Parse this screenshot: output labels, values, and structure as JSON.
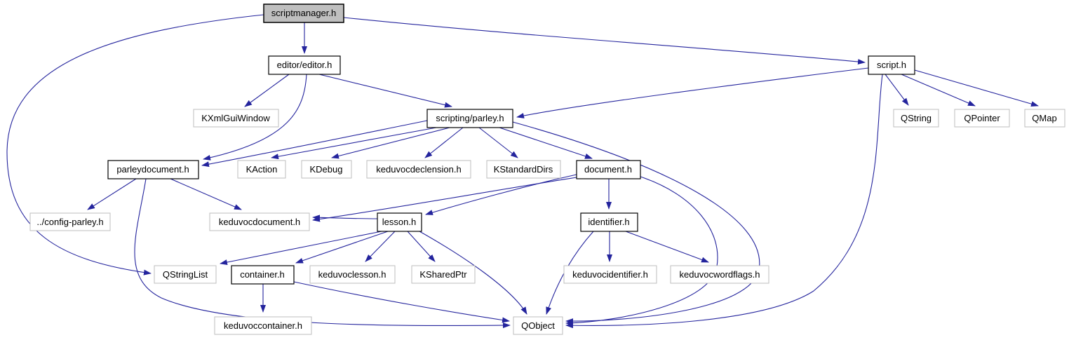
{
  "diagram": {
    "type": "include-dependency-graph",
    "root": "scriptmanager.h",
    "colors": {
      "edge": "#24249d",
      "current_node_fill": "#bfbfbf",
      "internal_border": "#000000",
      "external_border": "#bebebe"
    },
    "nodes": [
      {
        "label": "scriptmanager.h",
        "kind": "current"
      },
      {
        "label": "editor/editor.h",
        "kind": "internal"
      },
      {
        "label": "script.h",
        "kind": "internal"
      },
      {
        "label": "KXmlGuiWindow",
        "kind": "external"
      },
      {
        "label": "scripting/parley.h",
        "kind": "internal"
      },
      {
        "label": "QString",
        "kind": "external"
      },
      {
        "label": "QPointer",
        "kind": "external"
      },
      {
        "label": "QMap",
        "kind": "external"
      },
      {
        "label": "parleydocument.h",
        "kind": "internal"
      },
      {
        "label": "KAction",
        "kind": "external"
      },
      {
        "label": "KDebug",
        "kind": "external"
      },
      {
        "label": "keduvocdeclension.h",
        "kind": "external"
      },
      {
        "label": "KStandardDirs",
        "kind": "external"
      },
      {
        "label": "document.h",
        "kind": "internal"
      },
      {
        "label": "../config-parley.h",
        "kind": "external"
      },
      {
        "label": "keduvocdocument.h",
        "kind": "external"
      },
      {
        "label": "lesson.h",
        "kind": "internal"
      },
      {
        "label": "identifier.h",
        "kind": "internal"
      },
      {
        "label": "QStringList",
        "kind": "external"
      },
      {
        "label": "container.h",
        "kind": "internal"
      },
      {
        "label": "keduvoclesson.h",
        "kind": "external"
      },
      {
        "label": "KSharedPtr",
        "kind": "external"
      },
      {
        "label": "keduvocidentifier.h",
        "kind": "external"
      },
      {
        "label": "keduvocwordflags.h",
        "kind": "external"
      },
      {
        "label": "keduvoccontainer.h",
        "kind": "external"
      },
      {
        "label": "QObject",
        "kind": "external"
      }
    ],
    "edges": [
      {
        "from": "scriptmanager.h",
        "to": "editor/editor.h"
      },
      {
        "from": "scriptmanager.h",
        "to": "script.h"
      },
      {
        "from": "scriptmanager.h",
        "to": "QStringList"
      },
      {
        "from": "editor/editor.h",
        "to": "KXmlGuiWindow"
      },
      {
        "from": "editor/editor.h",
        "to": "scripting/parley.h"
      },
      {
        "from": "editor/editor.h",
        "to": "parleydocument.h"
      },
      {
        "from": "script.h",
        "to": "scripting/parley.h"
      },
      {
        "from": "script.h",
        "to": "QString"
      },
      {
        "from": "script.h",
        "to": "QPointer"
      },
      {
        "from": "script.h",
        "to": "QMap"
      },
      {
        "from": "script.h",
        "to": "QObject"
      },
      {
        "from": "scripting/parley.h",
        "to": "parleydocument.h"
      },
      {
        "from": "scripting/parley.h",
        "to": "KAction"
      },
      {
        "from": "scripting/parley.h",
        "to": "KDebug"
      },
      {
        "from": "scripting/parley.h",
        "to": "keduvocdeclension.h"
      },
      {
        "from": "scripting/parley.h",
        "to": "KStandardDirs"
      },
      {
        "from": "scripting/parley.h",
        "to": "document.h"
      },
      {
        "from": "scripting/parley.h",
        "to": "QObject"
      },
      {
        "from": "parleydocument.h",
        "to": "../config-parley.h"
      },
      {
        "from": "parleydocument.h",
        "to": "keduvocdocument.h"
      },
      {
        "from": "parleydocument.h",
        "to": "QObject"
      },
      {
        "from": "document.h",
        "to": "keduvocdocument.h"
      },
      {
        "from": "document.h",
        "to": "lesson.h"
      },
      {
        "from": "document.h",
        "to": "identifier.h"
      },
      {
        "from": "document.h",
        "to": "QObject"
      },
      {
        "from": "lesson.h",
        "to": "keduvocdocument.h"
      },
      {
        "from": "lesson.h",
        "to": "QStringList"
      },
      {
        "from": "lesson.h",
        "to": "container.h"
      },
      {
        "from": "lesson.h",
        "to": "keduvoclesson.h"
      },
      {
        "from": "lesson.h",
        "to": "KSharedPtr"
      },
      {
        "from": "lesson.h",
        "to": "QObject"
      },
      {
        "from": "identifier.h",
        "to": "keduvocidentifier.h"
      },
      {
        "from": "identifier.h",
        "to": "keduvocwordflags.h"
      },
      {
        "from": "identifier.h",
        "to": "QObject"
      },
      {
        "from": "container.h",
        "to": "keduvoccontainer.h"
      },
      {
        "from": "container.h",
        "to": "QObject"
      }
    ]
  }
}
